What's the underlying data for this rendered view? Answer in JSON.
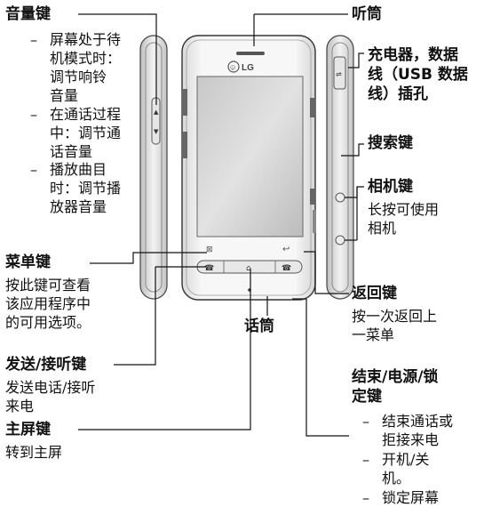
{
  "labels": {
    "volume": {
      "title": "音量键",
      "items": [
        "屏幕处于待\n机模式时：\n调节响铃\n音量",
        "在通话过程\n中：调节通\n话音量",
        "播放曲目\n时：调节播\n放器音量"
      ]
    },
    "menu": {
      "title": "菜单键",
      "desc": "按此键可查看\n该应用程序中\n的可用选项。"
    },
    "send": {
      "title": "发送/接听键",
      "desc": "发送电话/接听\n来电"
    },
    "home": {
      "title": "主屏键",
      "desc": "转到主屏"
    },
    "earpiece": {
      "title": "听筒"
    },
    "charger": {
      "title": "充电器，数据\n线（USB 数据\n线）插孔"
    },
    "search": {
      "title": "搜索键"
    },
    "camera": {
      "title": "相机键",
      "desc": "长按可使用\n相机"
    },
    "back": {
      "title": "返回键",
      "desc": "按一次返回上\n一菜单"
    },
    "mic": {
      "title": "话筒"
    },
    "end": {
      "title": "结束/电源/锁\n定键",
      "items": [
        "结束通话或\n拒接来电",
        "开机/关\n机。",
        "锁定屏幕"
      ]
    }
  },
  "phone": {
    "brand": "LG"
  }
}
